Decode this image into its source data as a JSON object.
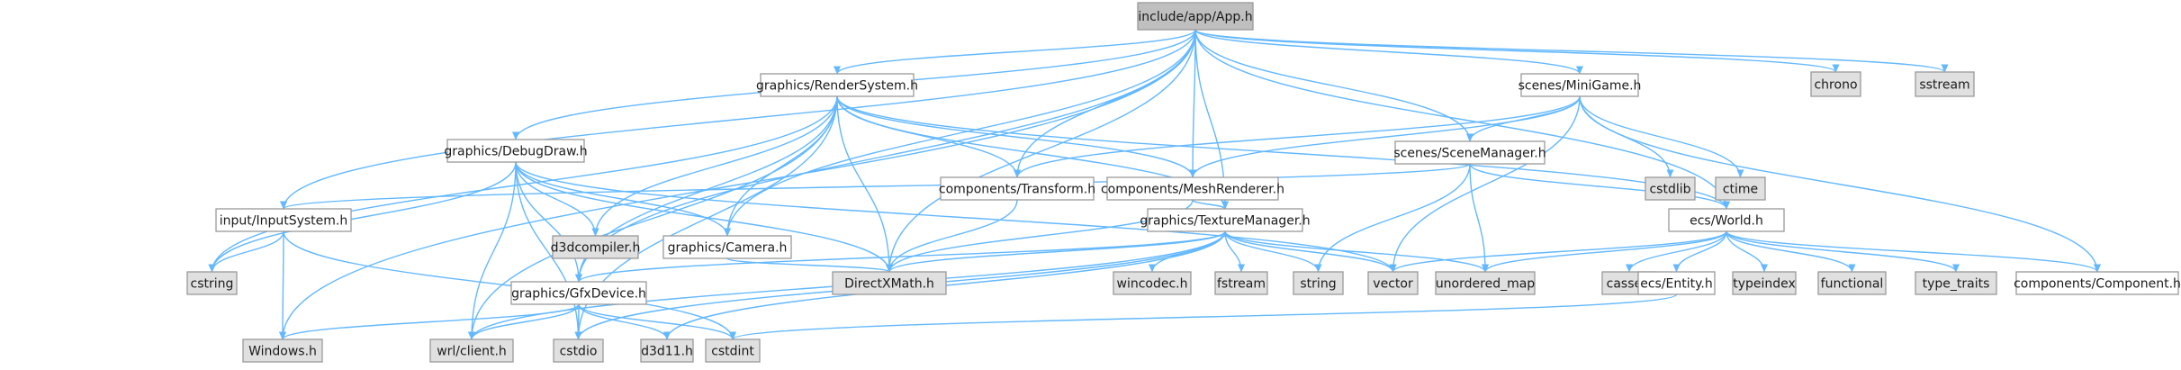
{
  "title": "include/app/App.h",
  "colors": {
    "edge": "#63b8ff",
    "node_border": "#999999",
    "node_fill": "#ffffff",
    "root_fill": "#bfbfbf",
    "system_fill": "#e0e0e0"
  },
  "nodes": [
    {
      "id": "app",
      "label": "include/app/App.h",
      "kind": "root"
    },
    {
      "id": "rendersystem",
      "label": "graphics/RenderSystem.h",
      "kind": "project"
    },
    {
      "id": "minigame",
      "label": "scenes/MiniGame.h",
      "kind": "project"
    },
    {
      "id": "chrono",
      "label": "chrono",
      "kind": "system"
    },
    {
      "id": "sstream",
      "label": "sstream",
      "kind": "system"
    },
    {
      "id": "debugdraw",
      "label": "graphics/DebugDraw.h",
      "kind": "project"
    },
    {
      "id": "transform",
      "label": "components/Transform.h",
      "kind": "project"
    },
    {
      "id": "meshrenderer",
      "label": "components/MeshRenderer.h",
      "kind": "project"
    },
    {
      "id": "scenemanager",
      "label": "scenes/SceneManager.h",
      "kind": "project"
    },
    {
      "id": "cstdlib",
      "label": "cstdlib",
      "kind": "system"
    },
    {
      "id": "ctime",
      "label": "ctime",
      "kind": "system"
    },
    {
      "id": "inputsystem",
      "label": "input/InputSystem.h",
      "kind": "project"
    },
    {
      "id": "d3dcompiler",
      "label": "d3dcompiler.h",
      "kind": "system"
    },
    {
      "id": "camera",
      "label": "graphics/Camera.h",
      "kind": "project"
    },
    {
      "id": "texturemanager",
      "label": "graphics/TextureManager.h",
      "kind": "project"
    },
    {
      "id": "world",
      "label": "ecs/World.h",
      "kind": "project"
    },
    {
      "id": "cstring",
      "label": "cstring",
      "kind": "system"
    },
    {
      "id": "directxmath",
      "label": "DirectXMath.h",
      "kind": "system"
    },
    {
      "id": "gfxdevice",
      "label": "graphics/GfxDevice.h",
      "kind": "project"
    },
    {
      "id": "wincodec",
      "label": "wincodec.h",
      "kind": "system"
    },
    {
      "id": "fstream",
      "label": "fstream",
      "kind": "system"
    },
    {
      "id": "string",
      "label": "string",
      "kind": "system"
    },
    {
      "id": "vector",
      "label": "vector",
      "kind": "system"
    },
    {
      "id": "unordered_map",
      "label": "unordered_map",
      "kind": "system"
    },
    {
      "id": "cassert",
      "label": "cassert",
      "kind": "system"
    },
    {
      "id": "entity",
      "label": "ecs/Entity.h",
      "kind": "project"
    },
    {
      "id": "typeindex",
      "label": "typeindex",
      "kind": "system"
    },
    {
      "id": "functional",
      "label": "functional",
      "kind": "system"
    },
    {
      "id": "type_traits",
      "label": "type_traits",
      "kind": "system"
    },
    {
      "id": "component",
      "label": "components/Component.h",
      "kind": "project"
    },
    {
      "id": "windows",
      "label": "Windows.h",
      "kind": "system"
    },
    {
      "id": "wrlclient",
      "label": "wrl/client.h",
      "kind": "system"
    },
    {
      "id": "cstdio",
      "label": "cstdio",
      "kind": "system"
    },
    {
      "id": "d3d11",
      "label": "d3d11.h",
      "kind": "system"
    },
    {
      "id": "cstdint",
      "label": "cstdint",
      "kind": "system"
    }
  ],
  "edges": [
    [
      "app",
      "rendersystem"
    ],
    [
      "app",
      "minigame"
    ],
    [
      "app",
      "chrono"
    ],
    [
      "app",
      "sstream"
    ],
    [
      "app",
      "debugdraw"
    ],
    [
      "app",
      "transform"
    ],
    [
      "app",
      "meshrenderer"
    ],
    [
      "app",
      "scenemanager"
    ],
    [
      "app",
      "inputsystem"
    ],
    [
      "app",
      "camera"
    ],
    [
      "app",
      "texturemanager"
    ],
    [
      "app",
      "world"
    ],
    [
      "app",
      "directxmath"
    ],
    [
      "app",
      "gfxdevice"
    ],
    [
      "app",
      "windows"
    ],
    [
      "rendersystem",
      "transform"
    ],
    [
      "rendersystem",
      "meshrenderer"
    ],
    [
      "rendersystem",
      "d3dcompiler"
    ],
    [
      "rendersystem",
      "camera"
    ],
    [
      "rendersystem",
      "texturemanager"
    ],
    [
      "rendersystem",
      "world"
    ],
    [
      "rendersystem",
      "directxmath"
    ],
    [
      "rendersystem",
      "gfxdevice"
    ],
    [
      "rendersystem",
      "cstring"
    ],
    [
      "rendersystem",
      "wrlclient"
    ],
    [
      "rendersystem",
      "cstdio"
    ],
    [
      "minigame",
      "transform"
    ],
    [
      "minigame",
      "meshrenderer"
    ],
    [
      "minigame",
      "scenemanager"
    ],
    [
      "minigame",
      "cstdlib"
    ],
    [
      "minigame",
      "ctime"
    ],
    [
      "minigame",
      "vector"
    ],
    [
      "minigame",
      "component"
    ],
    [
      "debugdraw",
      "d3dcompiler"
    ],
    [
      "debugdraw",
      "camera"
    ],
    [
      "debugdraw",
      "directxmath"
    ],
    [
      "debugdraw",
      "gfxdevice"
    ],
    [
      "debugdraw",
      "cstring"
    ],
    [
      "debugdraw",
      "vector"
    ],
    [
      "debugdraw",
      "wrlclient"
    ],
    [
      "debugdraw",
      "cstdio"
    ],
    [
      "transform",
      "directxmath"
    ],
    [
      "meshrenderer",
      "texturemanager"
    ],
    [
      "meshrenderer",
      "directxmath"
    ],
    [
      "scenemanager",
      "inputsystem"
    ],
    [
      "scenemanager",
      "world"
    ],
    [
      "scenemanager",
      "string"
    ],
    [
      "scenemanager",
      "unordered_map"
    ],
    [
      "inputsystem",
      "cstring"
    ],
    [
      "inputsystem",
      "windows"
    ],
    [
      "inputsystem",
      "cstdint"
    ],
    [
      "camera",
      "directxmath"
    ],
    [
      "texturemanager",
      "directxmath"
    ],
    [
      "texturemanager",
      "gfxdevice"
    ],
    [
      "texturemanager",
      "wincodec"
    ],
    [
      "texturemanager",
      "fstream"
    ],
    [
      "texturemanager",
      "string"
    ],
    [
      "texturemanager",
      "vector"
    ],
    [
      "texturemanager",
      "unordered_map"
    ],
    [
      "texturemanager",
      "wrlclient"
    ],
    [
      "texturemanager",
      "cstdio"
    ],
    [
      "texturemanager",
      "d3d11"
    ],
    [
      "world",
      "vector"
    ],
    [
      "world",
      "unordered_map"
    ],
    [
      "world",
      "cassert"
    ],
    [
      "world",
      "entity"
    ],
    [
      "world",
      "typeindex"
    ],
    [
      "world",
      "functional"
    ],
    [
      "world",
      "type_traits"
    ],
    [
      "world",
      "component"
    ],
    [
      "gfxdevice",
      "windows"
    ],
    [
      "gfxdevice",
      "wrlclient"
    ],
    [
      "gfxdevice",
      "cstdio"
    ],
    [
      "gfxdevice",
      "d3d11"
    ],
    [
      "gfxdevice",
      "cstdint"
    ],
    [
      "entity",
      "cstdint"
    ]
  ]
}
